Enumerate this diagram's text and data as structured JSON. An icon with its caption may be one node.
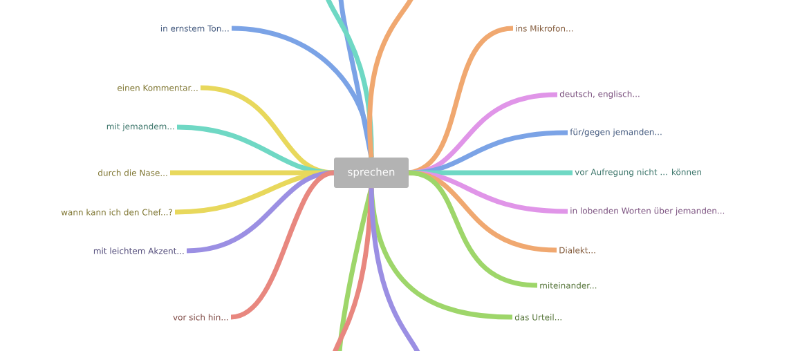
{
  "diagram": {
    "nodes": [
      {
        "text": [
          "sprechen"
        ]
      },
      {
        "text": [
          "in ernstem Ton..."
        ]
      },
      {
        "text": [
          "einen Kommentar..."
        ]
      },
      {
        "text": [
          "mit jemandem..."
        ]
      },
      {
        "text": [
          "durch die Nase..."
        ]
      },
      {
        "text": [
          "wann kann ich den Chef...?"
        ]
      },
      {
        "text": [
          "mit leichtem Akzent..."
        ]
      },
      {
        "text": [
          "vor sich hin..."
        ]
      },
      {
        "text": [
          "ins Mikrofon..."
        ]
      },
      {
        "text": [
          "deutsch, englisch..."
        ]
      },
      {
        "text": [
          "für/gegen jemanden..."
        ]
      },
      {
        "text": [
          "vor Aufregung nicht ... können"
        ]
      },
      {
        "text": [
          "in lobenden Worten über jemanden..."
        ]
      },
      {
        "text": [
          "Dialekt..."
        ]
      },
      {
        "text": [
          "miteinander..."
        ]
      },
      {
        "text": [
          "das Urteil..."
        ]
      }
    ],
    "edges": [
      {
        "from": 0,
        "to": 1,
        "arrow": "none",
        "color": "#7ba3e6"
      },
      {
        "from": 0,
        "to": 2,
        "arrow": "none",
        "color": "#e8d85c"
      },
      {
        "from": 0,
        "to": 3,
        "arrow": "none",
        "color": "#6fd8c4"
      },
      {
        "from": 0,
        "to": 4,
        "arrow": "none",
        "color": "#e8d85c"
      },
      {
        "from": 0,
        "to": 5,
        "arrow": "none",
        "color": "#e8d85c"
      },
      {
        "from": 0,
        "to": 6,
        "arrow": "none",
        "color": "#9b8fe3"
      },
      {
        "from": 0,
        "to": 7,
        "arrow": "none",
        "color": "#e8877f"
      },
      {
        "from": 0,
        "to": 8,
        "arrow": "none",
        "color": "#f0a870"
      },
      {
        "from": 0,
        "to": 9,
        "arrow": "none",
        "color": "#e095e8"
      },
      {
        "from": 0,
        "to": 10,
        "arrow": "none",
        "color": "#7ba3e6"
      },
      {
        "from": 0,
        "to": 11,
        "arrow": "none",
        "color": "#6fd8c4"
      },
      {
        "from": 0,
        "to": 12,
        "arrow": "none",
        "color": "#e095e8"
      },
      {
        "from": 0,
        "to": 13,
        "arrow": "none",
        "color": "#f0a870"
      },
      {
        "from": 0,
        "to": 14,
        "arrow": "none",
        "color": "#9ed66a"
      },
      {
        "from": 0,
        "to": 15,
        "arrow": "none",
        "color": "#9ed66a"
      },
      {
        "from": 0,
        "to": null,
        "arrow": "none",
        "color": "#7ba3e6"
      },
      {
        "from": 0,
        "to": null,
        "arrow": "none",
        "color": "#6fd8c4"
      },
      {
        "from": 0,
        "to": null,
        "arrow": "none",
        "color": "#f0a870"
      },
      {
        "from": 0,
        "to": null,
        "arrow": "none",
        "color": "#9ed66a"
      },
      {
        "from": 0,
        "to": null,
        "arrow": "none",
        "color": "#e8877f"
      },
      {
        "from": 0,
        "to": null,
        "arrow": "none",
        "color": "#9b8fe3"
      }
    ]
  }
}
